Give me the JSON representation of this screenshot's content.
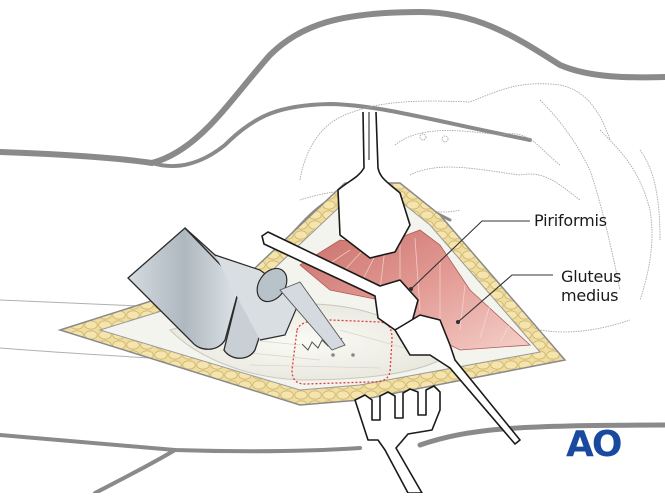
{
  "figure": {
    "subject": "Surgical exposure: posterior approach to the hip showing short external rotators",
    "labels": {
      "piriformis": "Piriformis",
      "gluteus_medius_line1": "Gluteus",
      "gluteus_medius_line2": "medius"
    },
    "logo": {
      "text": "AO",
      "color": "#1a4aa0"
    },
    "colors": {
      "body_outline": "#8a8a8a",
      "bone_outline": "#9a9a9a",
      "fat_layer": "#f0dc9c",
      "fat_cells": "#c9b270",
      "muscle": "#d98a86",
      "muscle_light": "#f2c6c0",
      "capsule": "#ecece6",
      "osteotomy_outline": "#e03c3c",
      "instrument_metal": "#c4ccd2",
      "instrument_dark": "#8e9aa3",
      "retractor_fill": "#ffffff",
      "retractor_stroke": "#1a1a1a",
      "leader_line": "#333333"
    }
  }
}
